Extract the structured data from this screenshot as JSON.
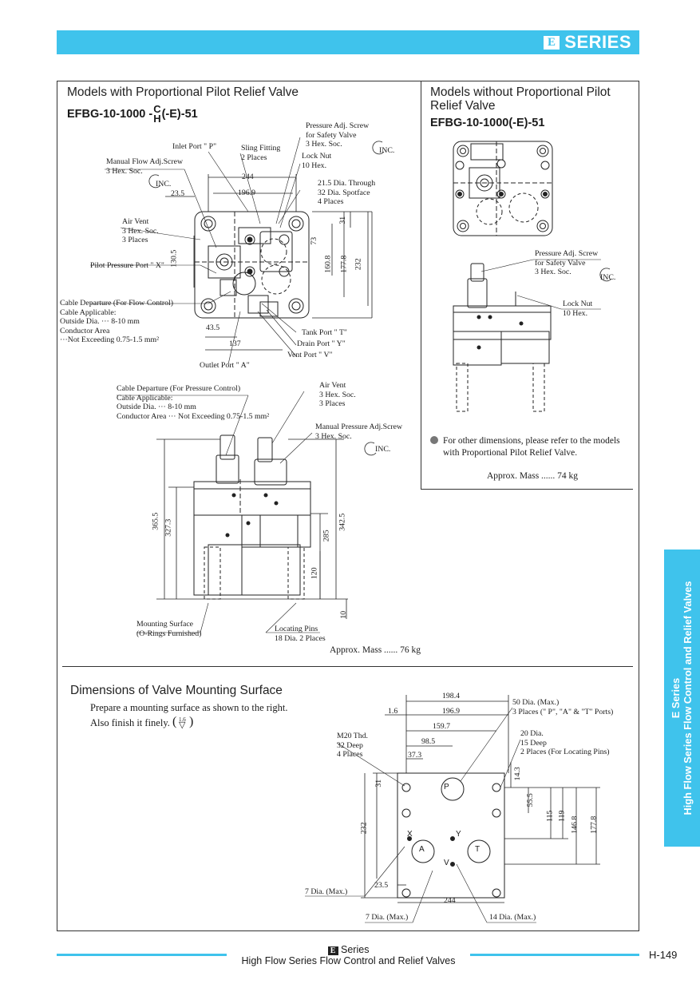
{
  "header": {
    "series_label": "SERIES",
    "logo_char": "E"
  },
  "left_section": {
    "title": "Models with Proportional Pilot Relief Valve",
    "model_prefix": "EFBG-10-1000 -",
    "model_top": "C",
    "model_bottom": "H",
    "model_suffix": "(-E)-51",
    "top_view_labels": {
      "pressure_adj_screw": "Pressure Adj. Screw",
      "for_safety_valve": "for Safety Valve",
      "hex_soc_3": "3 Hex. Soc.",
      "inc": "INC.",
      "inlet_port": "Inlet Port \" P\"",
      "sling_fitting": "Sling Fitting",
      "two_places": "2 Places",
      "lock_nut": "Lock Nut",
      "hex_10": "10 Hex.",
      "manual_flow_adj": "Manual Flow Adj.Screw",
      "hex_soc_3b": "3 Hex. Soc.",
      "dia_through": "21.5 Dia. Through",
      "dia_spotface": "32 Dia. Spotface",
      "four_places": "4 Places",
      "air_vent": "Air Vent",
      "air_vent_hex": "3 Hex. Soc.",
      "three_places": "3 Places",
      "pilot_pressure_port": "Pilot Pressure Port \" X\"",
      "cable_departure_flow": "Cable Departure (For Flow Control)",
      "cable_applicable": "Cable Applicable:",
      "outside_dia": "Outside Dia. ···  8-10 mm",
      "conductor_area": "Conductor Area",
      "not_exceeding": "···Not Exceeding 0.75-1.5 mm²",
      "tank_port": "Tank Port \" T\"",
      "drain_port": "Drain Port \" Y\"",
      "vent_port": "Vent Port \" V\"",
      "outlet_port": "Outlet Port \" A\"",
      "dim_244": "244",
      "dim_1969": "196.9",
      "dim_235": "23.5",
      "dim_31": "31",
      "dim_73": "73",
      "dim_1305": "130.5",
      "dim_1608": "160.8",
      "dim_1778": "177.8",
      "dim_232": "232",
      "dim_435": "43.5",
      "dim_137": "137"
    },
    "side_view_labels": {
      "cable_departure_pressure": "Cable Departure  (For Pressure Control)",
      "cable_applicable": "Cable Applicable:",
      "outside_dia": "Outside Dia. ···  8-10 mm",
      "conductor_area": "Conductor Area ··· Not Exceeding 0.75-1.5 mm²",
      "air_vent": "Air Vent",
      "air_vent_hex": "3 Hex. Soc.",
      "three_places": "3 Places",
      "manual_pressure_adj": "Manual Pressure Adj.Screw",
      "mp_hex": "3 Hex. Soc.",
      "inc": "INC.",
      "mounting_surface": "Mounting Surface",
      "o_rings": "(O-Rings Furnished)",
      "locating_pins": "Locating Pins",
      "pins_dia": "18 Dia. 2 Places",
      "dim_3655": "365.5",
      "dim_3273": "327.3",
      "dim_285": "285",
      "dim_3425": "342.5",
      "dim_120": "120",
      "dim_10": "10"
    },
    "mass": "Approx. Mass ...... 76 kg"
  },
  "right_section": {
    "title_line1": "Models without Proportional Pilot",
    "title_line2": "Relief Valve",
    "model": "EFBG-10-1000(-E)-51",
    "labels": {
      "pressure_adj_screw": "Pressure Adj. Screw",
      "for_safety_valve": "for Safety Valve",
      "hex_soc_3": "3 Hex. Soc.",
      "inc": "INC.",
      "lock_nut": "Lock Nut",
      "hex_10": "10 Hex."
    },
    "note_line1": "For other dimensions, please refer to the models",
    "note_line2": "with Proportional Pilot Relief Valve.",
    "mass": "Approx. Mass ...... 74 kg"
  },
  "mounting_section": {
    "title": "Dimensions of Valve Mounting Surface",
    "text_line1": "Prepare a mounting surface as shown to the right.",
    "text_line2": "Also finish it finely.",
    "finish_mark": "1.6",
    "labels": {
      "dim_1984": "198.4",
      "dim_16": "1.6",
      "dim_1969": "196.9",
      "dim_1597": "159.7",
      "dim_985": "98.5",
      "dim_373": "37.3",
      "dia50": "50 Dia. (Max.)",
      "three_places_ports": "3 Places (\" P\", \"A\" & \"T\" Ports)",
      "dia20": "20 Dia.",
      "deep15": "15 Deep",
      "two_places_pins": "2 Places (For Locating Pins)",
      "m20": "M20 Thd.",
      "deep32": "32 Deep",
      "four_places": "4 Places",
      "dim_31": "31",
      "dim_143": "14.3",
      "dim_555": "55.5",
      "dim_115": "115",
      "dim_119": "119",
      "dim_1468": "146.8",
      "dim_1778": "177.8",
      "dim_232": "232",
      "dia7a": "7 Dia. (Max.)",
      "dim_235": "23.5",
      "dim_244": "244",
      "dia7b": "7 Dia. (Max.)",
      "dia14": "14 Dia. (Max.)",
      "port_p": "P",
      "port_a": "A",
      "port_t": "T",
      "port_x": "X",
      "port_y": "Y",
      "port_v": "V"
    }
  },
  "side_tab": {
    "line1": "E Series",
    "line2": "High Flow Series Flow Control and Relief Valves"
  },
  "footer": {
    "series": "Series",
    "subtitle": "High Flow Series Flow Control and Relief Valves",
    "page": "H-149"
  }
}
